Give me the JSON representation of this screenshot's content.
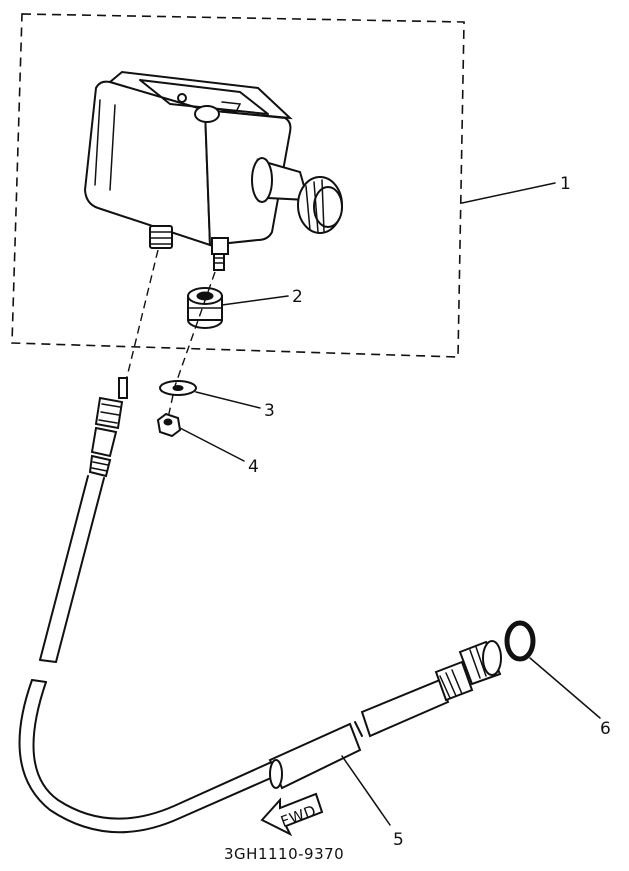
{
  "callouts": {
    "part1": "1",
    "part2": "2",
    "part3": "3",
    "part4": "4",
    "part5": "5",
    "part6": "6"
  },
  "direction_arrow": "FWD",
  "diagram_code": "3GH1110-9370",
  "colors": {
    "ink": "#111111",
    "paper": "#ffffff"
  }
}
